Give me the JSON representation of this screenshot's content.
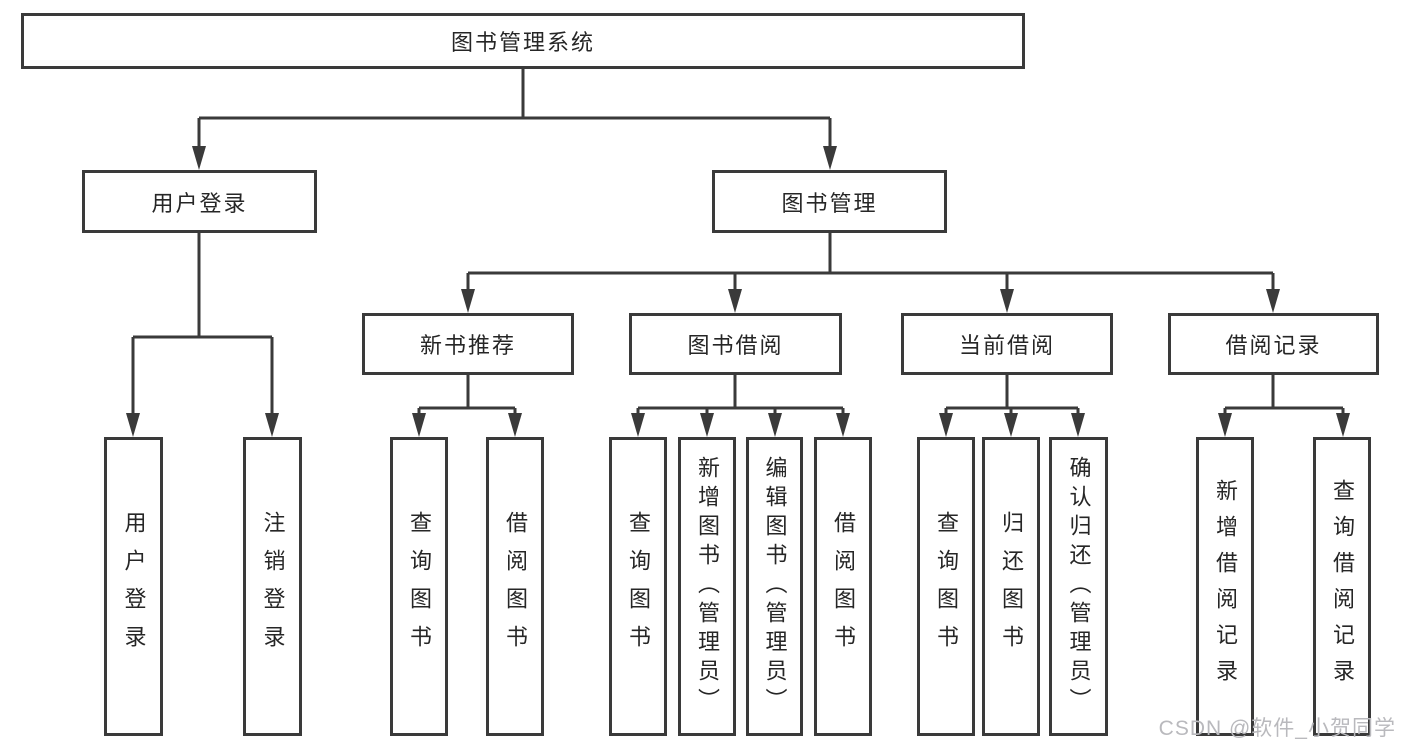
{
  "diagram": {
    "root": {
      "label": "图书管理系统"
    },
    "branches": [
      {
        "label": "用户登录",
        "children": [
          {
            "label": "用户登录"
          },
          {
            "label": "注销登录"
          }
        ]
      },
      {
        "label": "图书管理",
        "groups": [
          {
            "label": "新书推荐",
            "children": [
              {
                "label": "查询图书"
              },
              {
                "label": "借阅图书"
              }
            ]
          },
          {
            "label": "图书借阅",
            "children": [
              {
                "label": "查询图书"
              },
              {
                "label": "新增图书（管理员）"
              },
              {
                "label": "编辑图书（管理员）"
              },
              {
                "label": "借阅图书"
              }
            ]
          },
          {
            "label": "当前借阅",
            "children": [
              {
                "label": "查询图书"
              },
              {
                "label": "归还图书"
              },
              {
                "label": "确认归还（管理员）"
              }
            ]
          },
          {
            "label": "借阅记录",
            "children": [
              {
                "label": "新增借阅记录"
              },
              {
                "label": "查询借阅记录"
              }
            ]
          }
        ]
      }
    ]
  },
  "watermark": {
    "text": "CSDN @软件_小贺同学"
  },
  "colors": {
    "line": "#3a3a3a",
    "text": "#262626",
    "box_background": "#ffffff",
    "watermark": "#b9b9bd",
    "page_background": "#ffffff"
  }
}
